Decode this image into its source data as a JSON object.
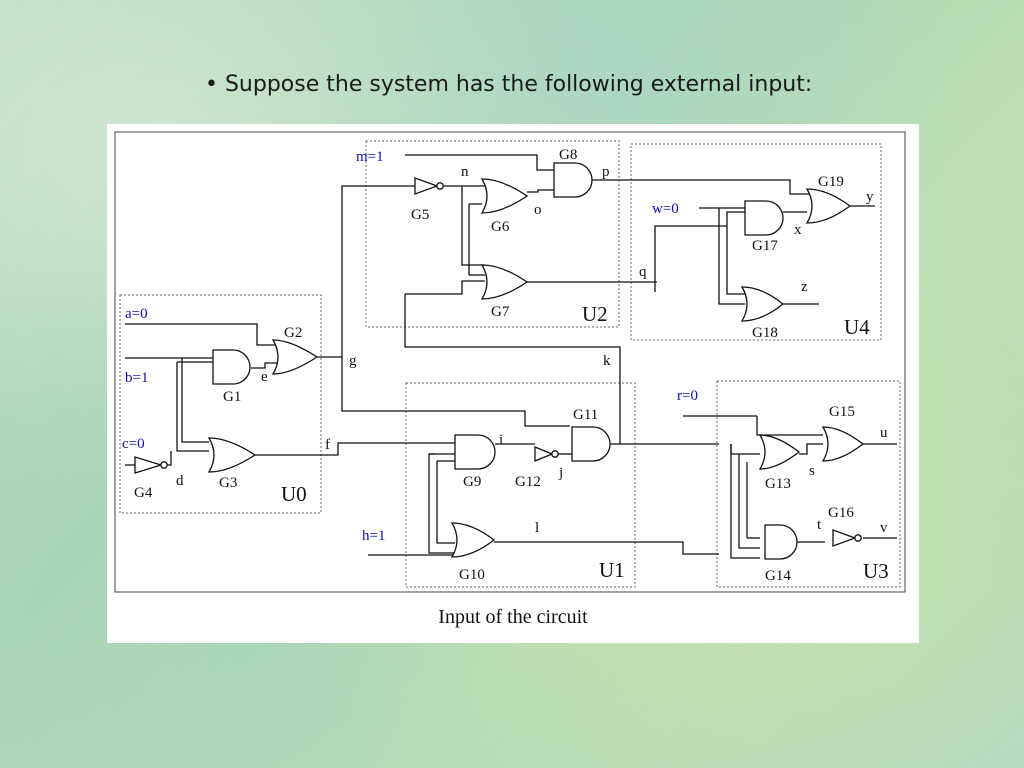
{
  "slide": {
    "bullet": "• Suppose the system has the following external input:"
  },
  "figure": {
    "caption": "Input of the circuit",
    "inputs": [
      "m=1",
      "a=0",
      "b=1",
      "c=0",
      "w=0",
      "r=0",
      "h=1"
    ],
    "gates": [
      "G1",
      "G2",
      "G3",
      "G4",
      "G5",
      "G6",
      "G7",
      "G8",
      "G9",
      "G10",
      "G11",
      "G12",
      "G13",
      "G14",
      "G15",
      "G16",
      "G17",
      "G18",
      "G19"
    ],
    "units": [
      "U0",
      "U1",
      "U2",
      "U3",
      "U4"
    ],
    "signals": [
      "d",
      "e",
      "f",
      "g",
      "i",
      "j",
      "k",
      "l",
      "n",
      "o",
      "p",
      "q",
      "s",
      "t",
      "u",
      "v",
      "x",
      "y",
      "z"
    ]
  }
}
